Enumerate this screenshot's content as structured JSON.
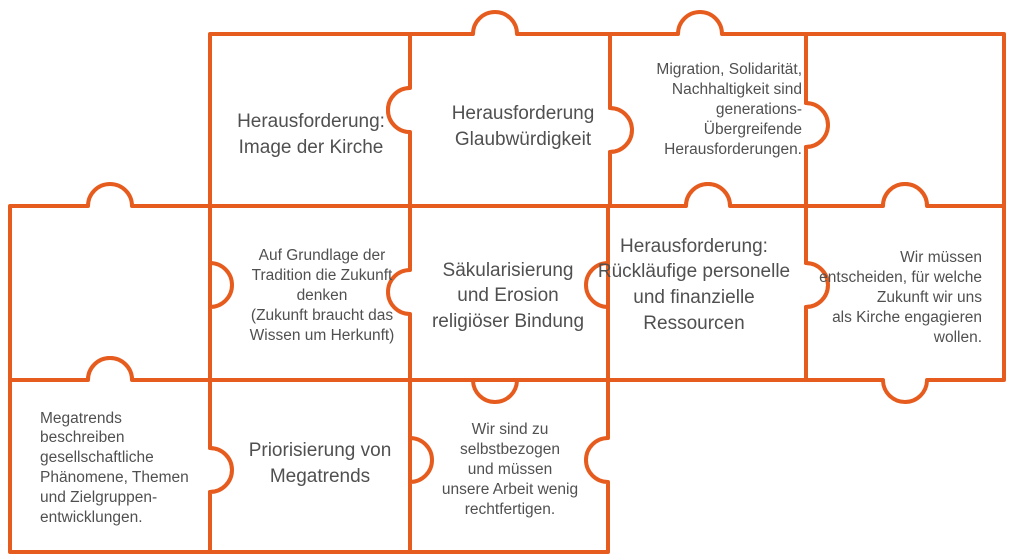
{
  "colors": {
    "outline": "#e65c1e",
    "text": "#505050",
    "background": "#ffffff"
  },
  "pieces": {
    "image": "Herausforderung:\nImage der Kirche",
    "glaubwuerdigkeit": "Herausforderung\nGlaubwürdigkeit",
    "migration": "Migration, Solidarität,\nNachhaltigkeit sind\ngenerations-\nÜbergreifende\nHerausforderungen.",
    "empty_top_right": "",
    "empty_mid_left": "",
    "tradition": "Auf Grundlage der\nTradition die Zukunft\ndenken\n(Zukunft braucht das\nWissen um Herkunft)",
    "saekularisierung": "Säkularisierung\nund Erosion\nreligiöser Bindung",
    "ressourcen": "Herausforderung:\nRückläufige personelle\nund finanzielle\nRessourcen",
    "entscheiden": "Wir müssen\nentscheiden, für welche\nZukunft wir uns\nals Kirche engagieren\nwollen.",
    "megatrends_text": "Megatrends\nbeschreiben\ngesellschaftliche\nPhänomene, Themen\nund Zielgruppen-\nentwicklungen.",
    "priorisierung": "Priorisierung von\nMegatrends",
    "selbstbezogen": "Wir sind zu\nselbstbezogen\nund müssen\nunsere Arbeit wenig\nrechtfertigen."
  }
}
